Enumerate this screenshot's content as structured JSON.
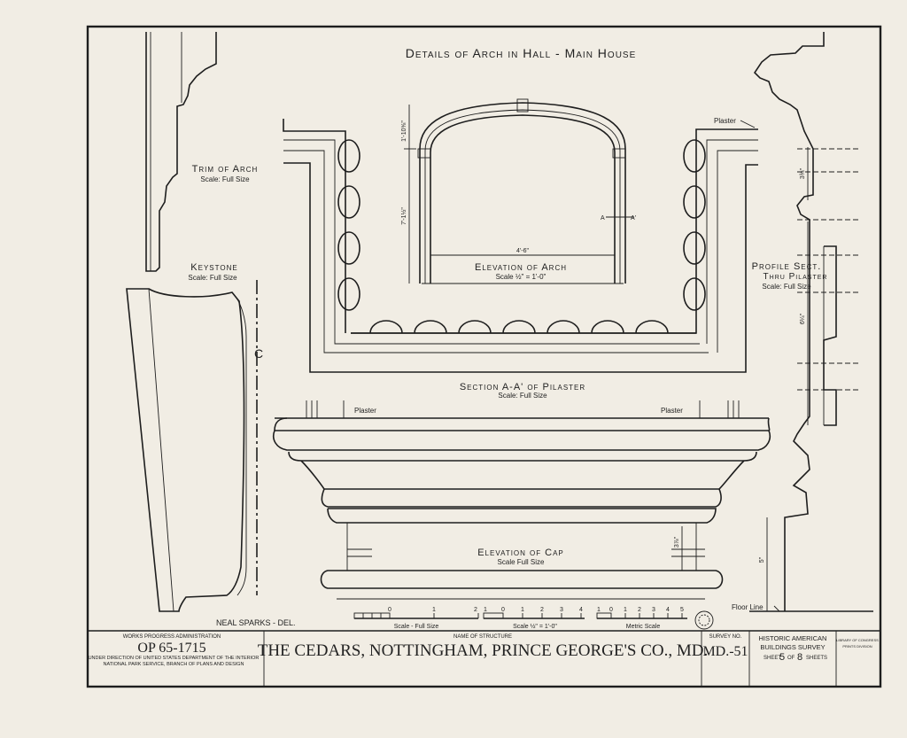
{
  "sheet": {
    "title": "Details of Arch in Hall - Main House",
    "credit": "NEAL SPARKS - DEL."
  },
  "details": {
    "trim": {
      "title": "Trim of Arch",
      "scale": "Scale: Full Size"
    },
    "keystone": {
      "title": "Keystone",
      "scale": "Scale: Full Size",
      "centerline": "C"
    },
    "arch": {
      "title": "Elevation of Arch",
      "scale": "Scale ½\" = 1'-0\"",
      "span": "4'-6\"",
      "height_upper": "1'-10⅝\"",
      "height_lower": "7'-1½\"",
      "section_mark": "A",
      "section_mark2": "A'"
    },
    "pilaster_section": {
      "title": "Section A-A' of Pilaster",
      "scale": "Scale: Full Size",
      "plaster": "Plaster"
    },
    "profile": {
      "title1": "Profile Sect.",
      "title2": "Thru Pilaster",
      "scale": "Scale: Full Size",
      "dim_top": "3¾\"",
      "dim_mid": "6¼\"",
      "dim_bottom": "5\"",
      "floor": "Floor Line"
    },
    "cap": {
      "title": "Elevation of Cap",
      "scale": "Scale Full Size",
      "plaster_left": "Plaster",
      "plaster_right": "Plaster",
      "dim": "3⅞\""
    }
  },
  "scales": {
    "full": {
      "label": "Scale - Full Size",
      "ticks": [
        "0",
        "1",
        "2"
      ]
    },
    "half": {
      "label": "Scale ½\" = 1'-0\"",
      "ticks": [
        "1",
        "0",
        "1",
        "2",
        "3",
        "4"
      ]
    },
    "metric": {
      "label": "Metric Scale",
      "ticks": [
        "1",
        "0",
        "1",
        "2",
        "3",
        "4",
        "5"
      ]
    }
  },
  "title_block": {
    "wpa_line1": "WORKS PROGRESS ADMINISTRATION",
    "wpa_number": "OP 65-1715",
    "wpa_line2": "UNDER DIRECTION OF UNITED STATES DEPARTMENT OF THE INTERIOR",
    "wpa_line3": "NATIONAL PARK SERVICE, BRANCH OF PLANS AND DESIGN",
    "structure_label": "NAME OF STRUCTURE",
    "structure_name": "THE CEDARS, NOTTINGHAM, PRINCE GEORGE'S CO., MD.",
    "survey_label": "SURVEY NO.",
    "survey_no": "MD.-51",
    "habs1": "HISTORIC AMERICAN",
    "habs2": "BUILDINGS SURVEY",
    "sheet_prefix": "SHEET",
    "sheet_no": "5",
    "sheet_of": "OF",
    "sheet_total": "8",
    "sheet_suffix": "SHEETS",
    "loc1": "LIBRARY OF CONGRESS",
    "loc2": "PRINTS DIVISION"
  }
}
